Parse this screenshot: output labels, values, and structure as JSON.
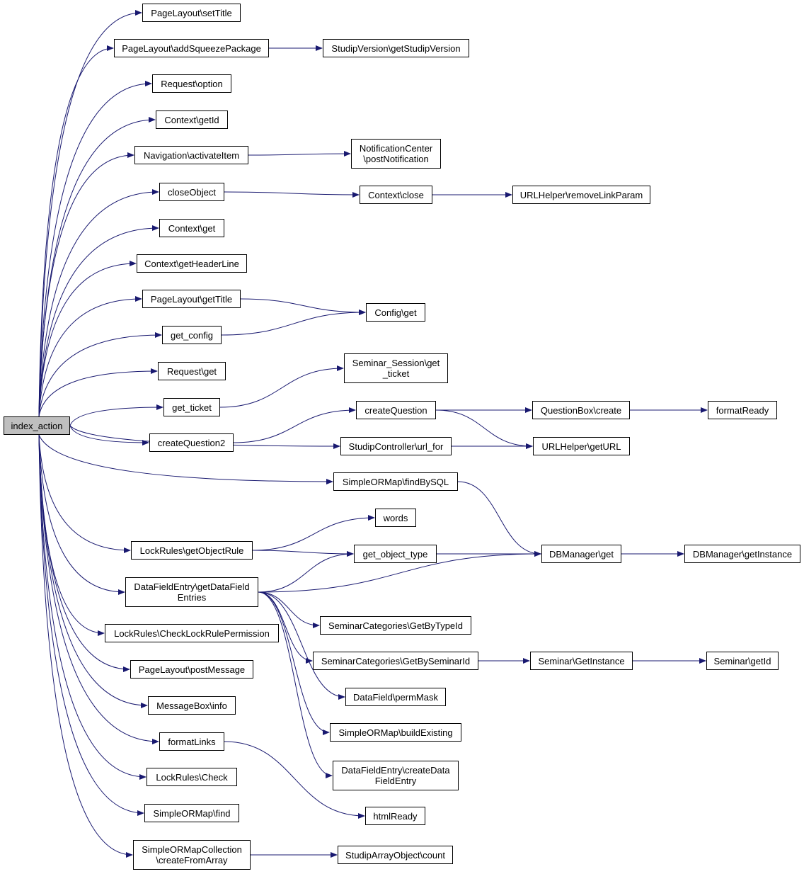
{
  "graph": {
    "edge_color": "#191970",
    "root_fill": "#bfbfbf",
    "nodes": [
      {
        "id": "index_action",
        "lines": [
          "index_action"
        ],
        "root": true
      },
      {
        "id": "setTitle",
        "lines": [
          "PageLayout\\setTitle"
        ]
      },
      {
        "id": "addSqueeze",
        "lines": [
          "PageLayout\\addSqueezePackage"
        ]
      },
      {
        "id": "getStudipVersion",
        "lines": [
          "StudipVersion\\getStudipVersion"
        ]
      },
      {
        "id": "reqOption",
        "lines": [
          "Request\\option"
        ]
      },
      {
        "id": "ctxGetId",
        "lines": [
          "Context\\getId"
        ]
      },
      {
        "id": "navActivate",
        "lines": [
          "Navigation\\activateItem"
        ]
      },
      {
        "id": "notifPost",
        "lines": [
          "NotificationCenter",
          "\\postNotification"
        ]
      },
      {
        "id": "closeObject",
        "lines": [
          "closeObject"
        ]
      },
      {
        "id": "ctxClose",
        "lines": [
          "Context\\close"
        ]
      },
      {
        "id": "removeLinkParam",
        "lines": [
          "URLHelper\\removeLinkParam"
        ]
      },
      {
        "id": "ctxGet",
        "lines": [
          "Context\\get"
        ]
      },
      {
        "id": "ctxHeader",
        "lines": [
          "Context\\getHeaderLine"
        ]
      },
      {
        "id": "plGetTitle",
        "lines": [
          "PageLayout\\getTitle"
        ]
      },
      {
        "id": "configGet",
        "lines": [
          "Config\\get"
        ]
      },
      {
        "id": "getConfig",
        "lines": [
          "get_config"
        ]
      },
      {
        "id": "reqGet",
        "lines": [
          "Request\\get"
        ]
      },
      {
        "id": "seminarSessionTicket",
        "lines": [
          "Seminar_Session\\get",
          "_ticket"
        ]
      },
      {
        "id": "getTicket",
        "lines": [
          "get_ticket"
        ]
      },
      {
        "id": "createQuestion",
        "lines": [
          "createQuestion"
        ]
      },
      {
        "id": "qboxCreate",
        "lines": [
          "QuestionBox\\create"
        ]
      },
      {
        "id": "formatReady",
        "lines": [
          "formatReady"
        ]
      },
      {
        "id": "createQuestion2",
        "lines": [
          "createQuestion2"
        ]
      },
      {
        "id": "urlFor",
        "lines": [
          "StudipController\\url_for"
        ]
      },
      {
        "id": "getURL",
        "lines": [
          "URLHelper\\getURL"
        ]
      },
      {
        "id": "findBySQL",
        "lines": [
          "SimpleORMap\\findBySQL"
        ]
      },
      {
        "id": "words",
        "lines": [
          "words"
        ]
      },
      {
        "id": "lockGetObjectRule",
        "lines": [
          "LockRules\\getObjectRule"
        ]
      },
      {
        "id": "getObjectType",
        "lines": [
          "get_object_type"
        ]
      },
      {
        "id": "dbGet",
        "lines": [
          "DBManager\\get"
        ]
      },
      {
        "id": "dbGetInstance",
        "lines": [
          "DBManager\\getInstance"
        ]
      },
      {
        "id": "dfeGetEntries",
        "lines": [
          "DataFieldEntry\\getDataField",
          "Entries"
        ]
      },
      {
        "id": "semCatByType",
        "lines": [
          "SeminarCategories\\GetByTypeId"
        ]
      },
      {
        "id": "lockCheckPerm",
        "lines": [
          "LockRules\\CheckLockRulePermission"
        ]
      },
      {
        "id": "semCatBySeminar",
        "lines": [
          "SeminarCategories\\GetBySeminarId"
        ]
      },
      {
        "id": "seminarGetInstance",
        "lines": [
          "Seminar\\GetInstance"
        ]
      },
      {
        "id": "seminarGetId",
        "lines": [
          "Seminar\\getId"
        ]
      },
      {
        "id": "plPostMessage",
        "lines": [
          "PageLayout\\postMessage"
        ]
      },
      {
        "id": "dfPermMask",
        "lines": [
          "DataField\\permMask"
        ]
      },
      {
        "id": "msgInfo",
        "lines": [
          "MessageBox\\info"
        ]
      },
      {
        "id": "buildExisting",
        "lines": [
          "SimpleORMap\\buildExisting"
        ]
      },
      {
        "id": "formatLinks",
        "lines": [
          "formatLinks"
        ]
      },
      {
        "id": "dfeCreate",
        "lines": [
          "DataFieldEntry\\createData",
          "FieldEntry"
        ]
      },
      {
        "id": "lockCheck",
        "lines": [
          "LockRules\\Check"
        ]
      },
      {
        "id": "htmlReady",
        "lines": [
          "htmlReady"
        ]
      },
      {
        "id": "ormFind",
        "lines": [
          "SimpleORMap\\find"
        ]
      },
      {
        "id": "collCreate",
        "lines": [
          "SimpleORMapCollection",
          "\\createFromArray"
        ]
      },
      {
        "id": "arrCount",
        "lines": [
          "StudipArrayObject\\count"
        ]
      }
    ],
    "edges": [
      [
        "index_action",
        "setTitle"
      ],
      [
        "index_action",
        "addSqueeze"
      ],
      [
        "index_action",
        "reqOption"
      ],
      [
        "index_action",
        "ctxGetId"
      ],
      [
        "index_action",
        "navActivate"
      ],
      [
        "index_action",
        "closeObject"
      ],
      [
        "index_action",
        "ctxGet"
      ],
      [
        "index_action",
        "ctxHeader"
      ],
      [
        "index_action",
        "plGetTitle"
      ],
      [
        "index_action",
        "getConfig"
      ],
      [
        "index_action",
        "reqGet"
      ],
      [
        "index_action",
        "getTicket"
      ],
      [
        "index_action",
        "createQuestion2"
      ],
      [
        "index_action",
        "urlFor"
      ],
      [
        "index_action",
        "findBySQL"
      ],
      [
        "index_action",
        "lockGetObjectRule"
      ],
      [
        "index_action",
        "dfeGetEntries"
      ],
      [
        "index_action",
        "lockCheckPerm"
      ],
      [
        "index_action",
        "plPostMessage"
      ],
      [
        "index_action",
        "msgInfo"
      ],
      [
        "index_action",
        "formatLinks"
      ],
      [
        "index_action",
        "lockCheck"
      ],
      [
        "index_action",
        "ormFind"
      ],
      [
        "index_action",
        "collCreate"
      ],
      [
        "addSqueeze",
        "getStudipVersion"
      ],
      [
        "navActivate",
        "notifPost"
      ],
      [
        "closeObject",
        "ctxClose"
      ],
      [
        "ctxClose",
        "removeLinkParam"
      ],
      [
        "plGetTitle",
        "configGet"
      ],
      [
        "getConfig",
        "configGet"
      ],
      [
        "getTicket",
        "seminarSessionTicket"
      ],
      [
        "createQuestion2",
        "createQuestion"
      ],
      [
        "createQuestion",
        "qboxCreate"
      ],
      [
        "createQuestion",
        "getURL"
      ],
      [
        "qboxCreate",
        "formatReady"
      ],
      [
        "urlFor",
        "getURL"
      ],
      [
        "findBySQL",
        "dbGet"
      ],
      [
        "lockGetObjectRule",
        "words"
      ],
      [
        "lockGetObjectRule",
        "getObjectType"
      ],
      [
        "getObjectType",
        "dbGet"
      ],
      [
        "dbGet",
        "dbGetInstance"
      ],
      [
        "dfeGetEntries",
        "getObjectType"
      ],
      [
        "dfeGetEntries",
        "dbGet"
      ],
      [
        "dfeGetEntries",
        "semCatByType"
      ],
      [
        "dfeGetEntries",
        "semCatBySeminar"
      ],
      [
        "dfeGetEntries",
        "dfPermMask"
      ],
      [
        "dfeGetEntries",
        "buildExisting"
      ],
      [
        "dfeGetEntries",
        "dfeCreate"
      ],
      [
        "semCatBySeminar",
        "seminarGetInstance"
      ],
      [
        "seminarGetInstance",
        "seminarGetId"
      ],
      [
        "formatLinks",
        "htmlReady"
      ],
      [
        "collCreate",
        "arrCount"
      ]
    ]
  }
}
